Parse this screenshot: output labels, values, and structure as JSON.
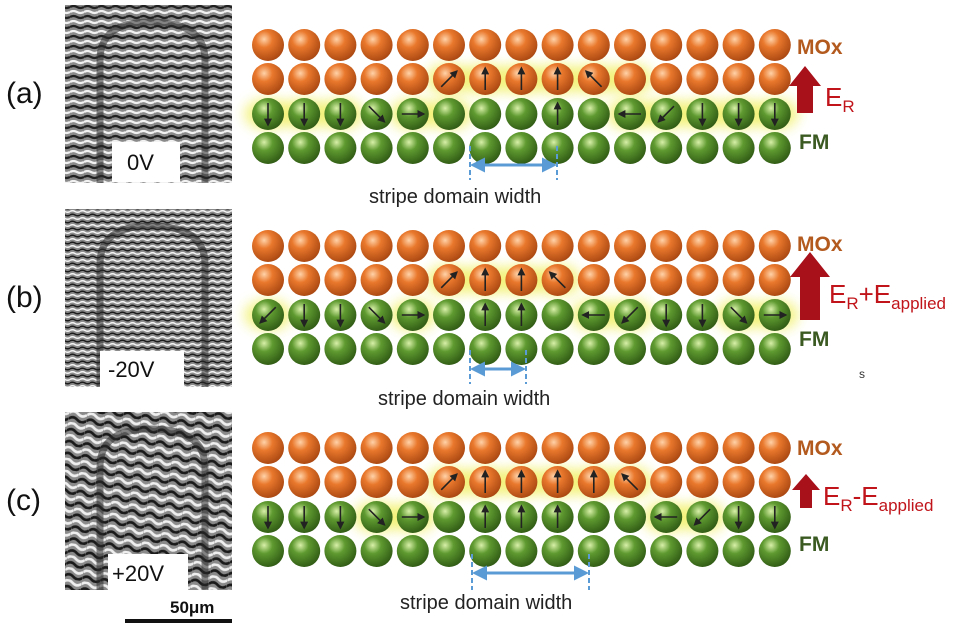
{
  "panels": [
    {
      "label": "(a)",
      "voltage": "0V",
      "stripe_label": "stripe domain width",
      "top_layer": "MOx",
      "bottom_layer": "FM",
      "field": {
        "main": "E",
        "sub1": "R",
        "op": "",
        "sub2": ""
      }
    },
    {
      "label": "(b)",
      "voltage": "-20V",
      "stripe_label": "stripe domain width",
      "top_layer": "MOx",
      "bottom_layer": "FM",
      "field": {
        "main": "E",
        "sub1": "R",
        "op": "+E",
        "sub2": "applied"
      }
    },
    {
      "label": "(c)",
      "voltage": "+20V",
      "stripe_label": "stripe domain width",
      "top_layer": "MOx",
      "bottom_layer": "FM",
      "field": {
        "main": "E",
        "sub1": "R",
        "op": "-E",
        "sub2": "applied"
      }
    }
  ],
  "scale_bar": "50μm",
  "stray_mark": "s",
  "colors": {
    "mox_ball": "#d96a1e",
    "fm_ball": "#4f8a2a",
    "glow": "#f0ef5a",
    "arrow_field": "#a8101a",
    "domain_arrow": "#5b9bd5"
  }
}
